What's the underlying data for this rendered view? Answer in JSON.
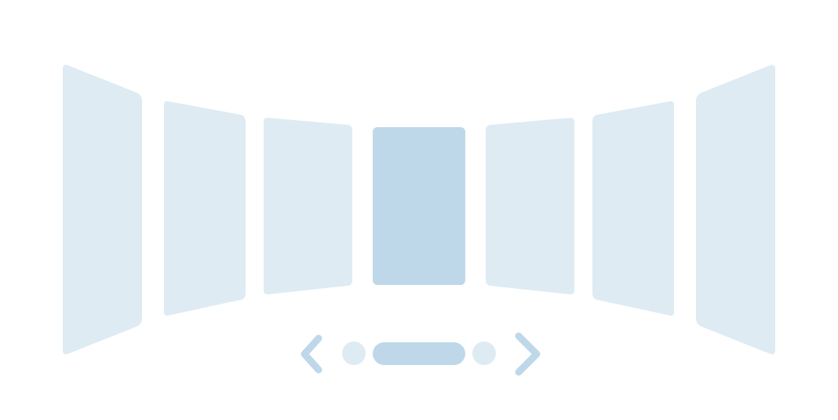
{
  "carousel": {
    "slide_count": 7,
    "active_slide": 4,
    "pagination_dots": 3,
    "active_dot": 2
  },
  "colors": {
    "background": "#ffffff",
    "slide_inactive": "#deebf3",
    "slide_active": "#bed8e9",
    "dot_inactive": "#deebf3",
    "dot_active": "#bed8e9",
    "arrow": "#bed8e9"
  },
  "icons": {
    "prev": "chevron-left-icon",
    "next": "chevron-right-icon"
  }
}
